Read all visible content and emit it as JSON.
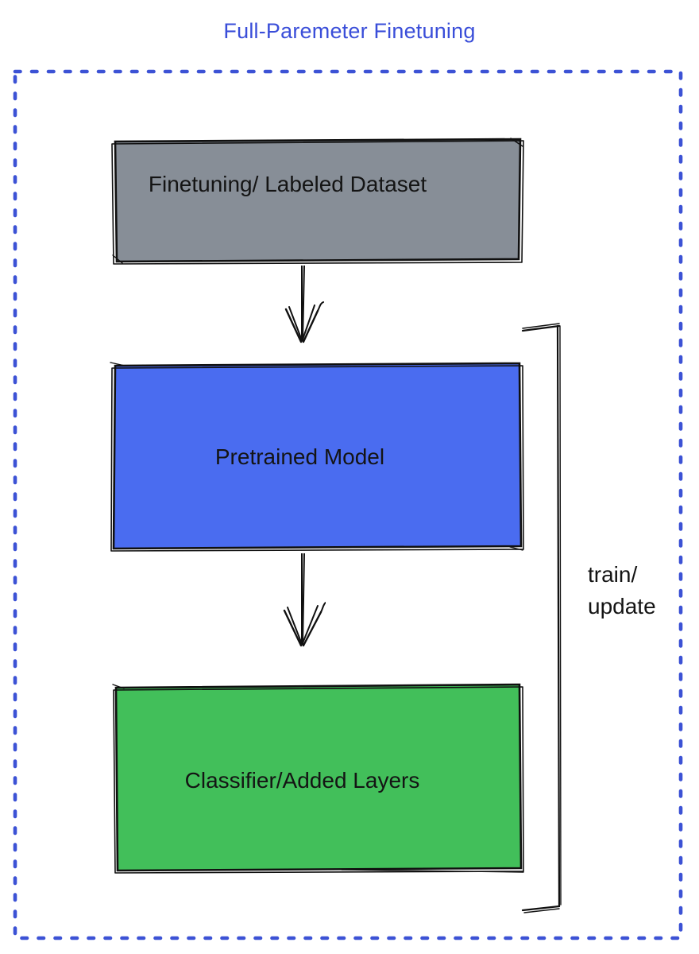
{
  "title": {
    "text": "Full-Paremeter Finetuning",
    "color": "#3a4ed9"
  },
  "container": {
    "border_color": "#3c52d5",
    "border_style": "dashed"
  },
  "boxes": [
    {
      "label": "Finetuning/ Labeled Dataset",
      "fill": "#878e97",
      "border_color": "#101010"
    },
    {
      "label": "Pretrained Model",
      "fill": "#4a6cf0",
      "border_color": "#101010"
    },
    {
      "label": "Classifier/Added Layers",
      "fill": "#42bf5a",
      "border_color": "#101010"
    }
  ],
  "arrows": [
    {
      "icon": "arrow-down",
      "from": "finetuning-dataset-box",
      "to": "pretrained-model-box"
    },
    {
      "icon": "arrow-down",
      "from": "pretrained-model-box",
      "to": "classifier-added-layers-box"
    }
  ],
  "bracket": {
    "label_line1": "train/",
    "label_line2": "update",
    "color": "#101010"
  }
}
